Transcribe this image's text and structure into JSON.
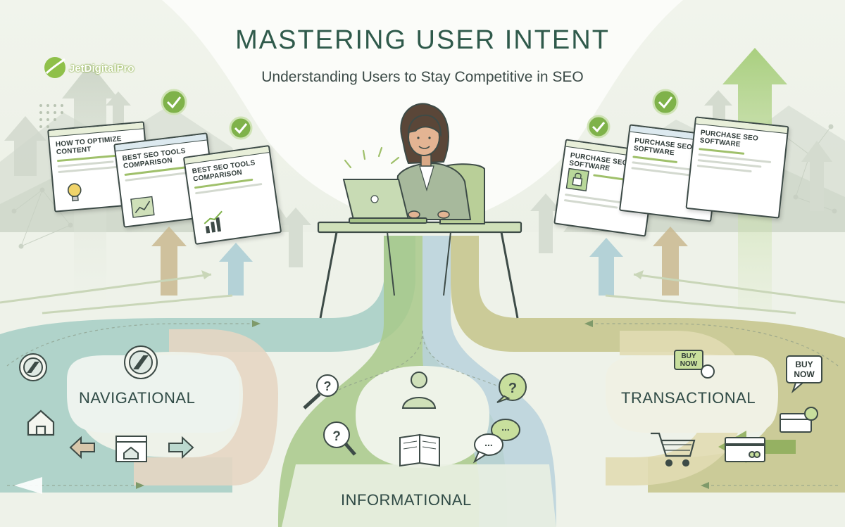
{
  "header": {
    "title": "MASTERING USER INTENT",
    "subtitle": "Understanding Users to Stay Competitive in SEO"
  },
  "logo": {
    "text": "JetDigitalPro"
  },
  "intents": {
    "navigational": "NAVIGATIONAL",
    "informational": "INFORMATIONAL",
    "transactional": "TRANSACTIONAL"
  },
  "cards": {
    "left": [
      {
        "title": "HOW TO OPTIMIZE CONTENT"
      },
      {
        "title": "BEST SEO TOOLS COMPARISON"
      },
      {
        "title": "BEST SEO TOOLS COMPARISON"
      }
    ],
    "right": [
      {
        "title": "PURCHASE SEO SOFTWARE"
      },
      {
        "title": "PURCHASE SEO SOFTWARE"
      },
      {
        "title": "PURCHASE SEO SOFTWARE"
      }
    ]
  },
  "badges": {
    "buy_now_1": [
      "BUY",
      "NOW"
    ],
    "buy_now_2": [
      "BUY",
      "NOW"
    ],
    "ellipsis": "..."
  },
  "colors": {
    "navigational": "#a9cfc6",
    "navigational_light": "#cfe3dc",
    "informational": "#9fc27a",
    "informational_blue": "#b9d2dc",
    "transactional": "#c3c28a",
    "transactional_light": "#dcd8ad",
    "beige": "#e5d6c3",
    "outline": "#3d4b47",
    "accent_green": "#7fb24a",
    "title": "#2f5a4b"
  }
}
